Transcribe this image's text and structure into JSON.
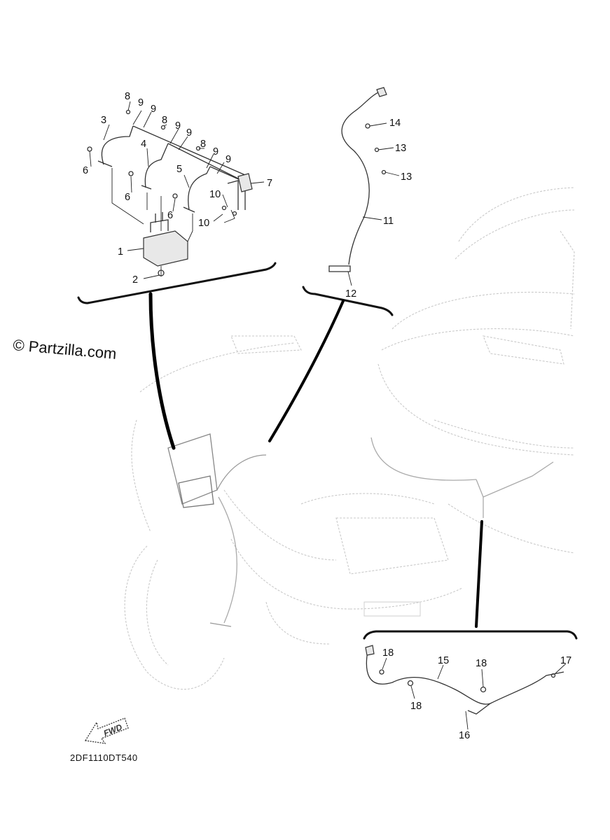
{
  "watermark": "© Partzilla.com",
  "diagram_code": "2DF1110DT540",
  "direction_label": "FWD",
  "callouts": [
    "1",
    "2",
    "3",
    "4",
    "5",
    "6",
    "6",
    "6",
    "7",
    "8",
    "8",
    "8",
    "9",
    "9",
    "9",
    "9",
    "9",
    "9",
    "10",
    "10",
    "11",
    "12",
    "13",
    "13",
    "14",
    "15",
    "16",
    "17",
    "18",
    "18",
    "18"
  ]
}
